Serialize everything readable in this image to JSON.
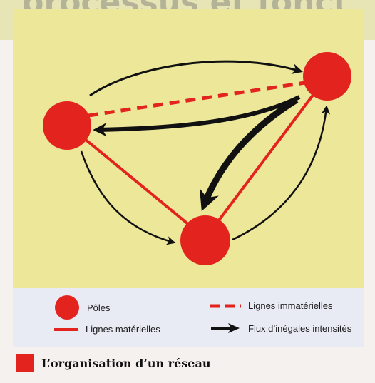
{
  "header": {
    "ghost_text": "processus et fonct"
  },
  "diagram": {
    "nodes": [
      {
        "id": "pole-left"
      },
      {
        "id": "pole-top-right"
      },
      {
        "id": "pole-bottom"
      }
    ],
    "links": {
      "material": [
        [
          "pole-left",
          "pole-bottom"
        ],
        [
          "pole-top-right",
          "pole-bottom"
        ]
      ],
      "immaterial": [
        [
          "pole-left",
          "pole-top-right"
        ]
      ]
    },
    "flows": [
      {
        "from": "pole-left",
        "to": "pole-top-right",
        "intensity": "thin"
      },
      {
        "from": "pole-top-right",
        "to": "pole-left",
        "intensity": "thick"
      },
      {
        "from": "pole-top-right",
        "to": "pole-bottom",
        "intensity": "very-thick"
      },
      {
        "from": "pole-left",
        "to": "pole-bottom",
        "intensity": "thin"
      },
      {
        "from": "pole-bottom",
        "to": "pole-top-right",
        "intensity": "thin"
      }
    ],
    "colors": {
      "pole": "#e3231e",
      "line": "#e3231e",
      "flow": "#111111",
      "background": "#ede79a"
    }
  },
  "legend": {
    "poles": "Pôles",
    "material_lines": "Lignes matérielles",
    "immaterial_lines": "Lignes immatérielles",
    "flows": "Flux d’inégales intensités"
  },
  "caption": {
    "title": "L’organisation d’un réseau"
  }
}
